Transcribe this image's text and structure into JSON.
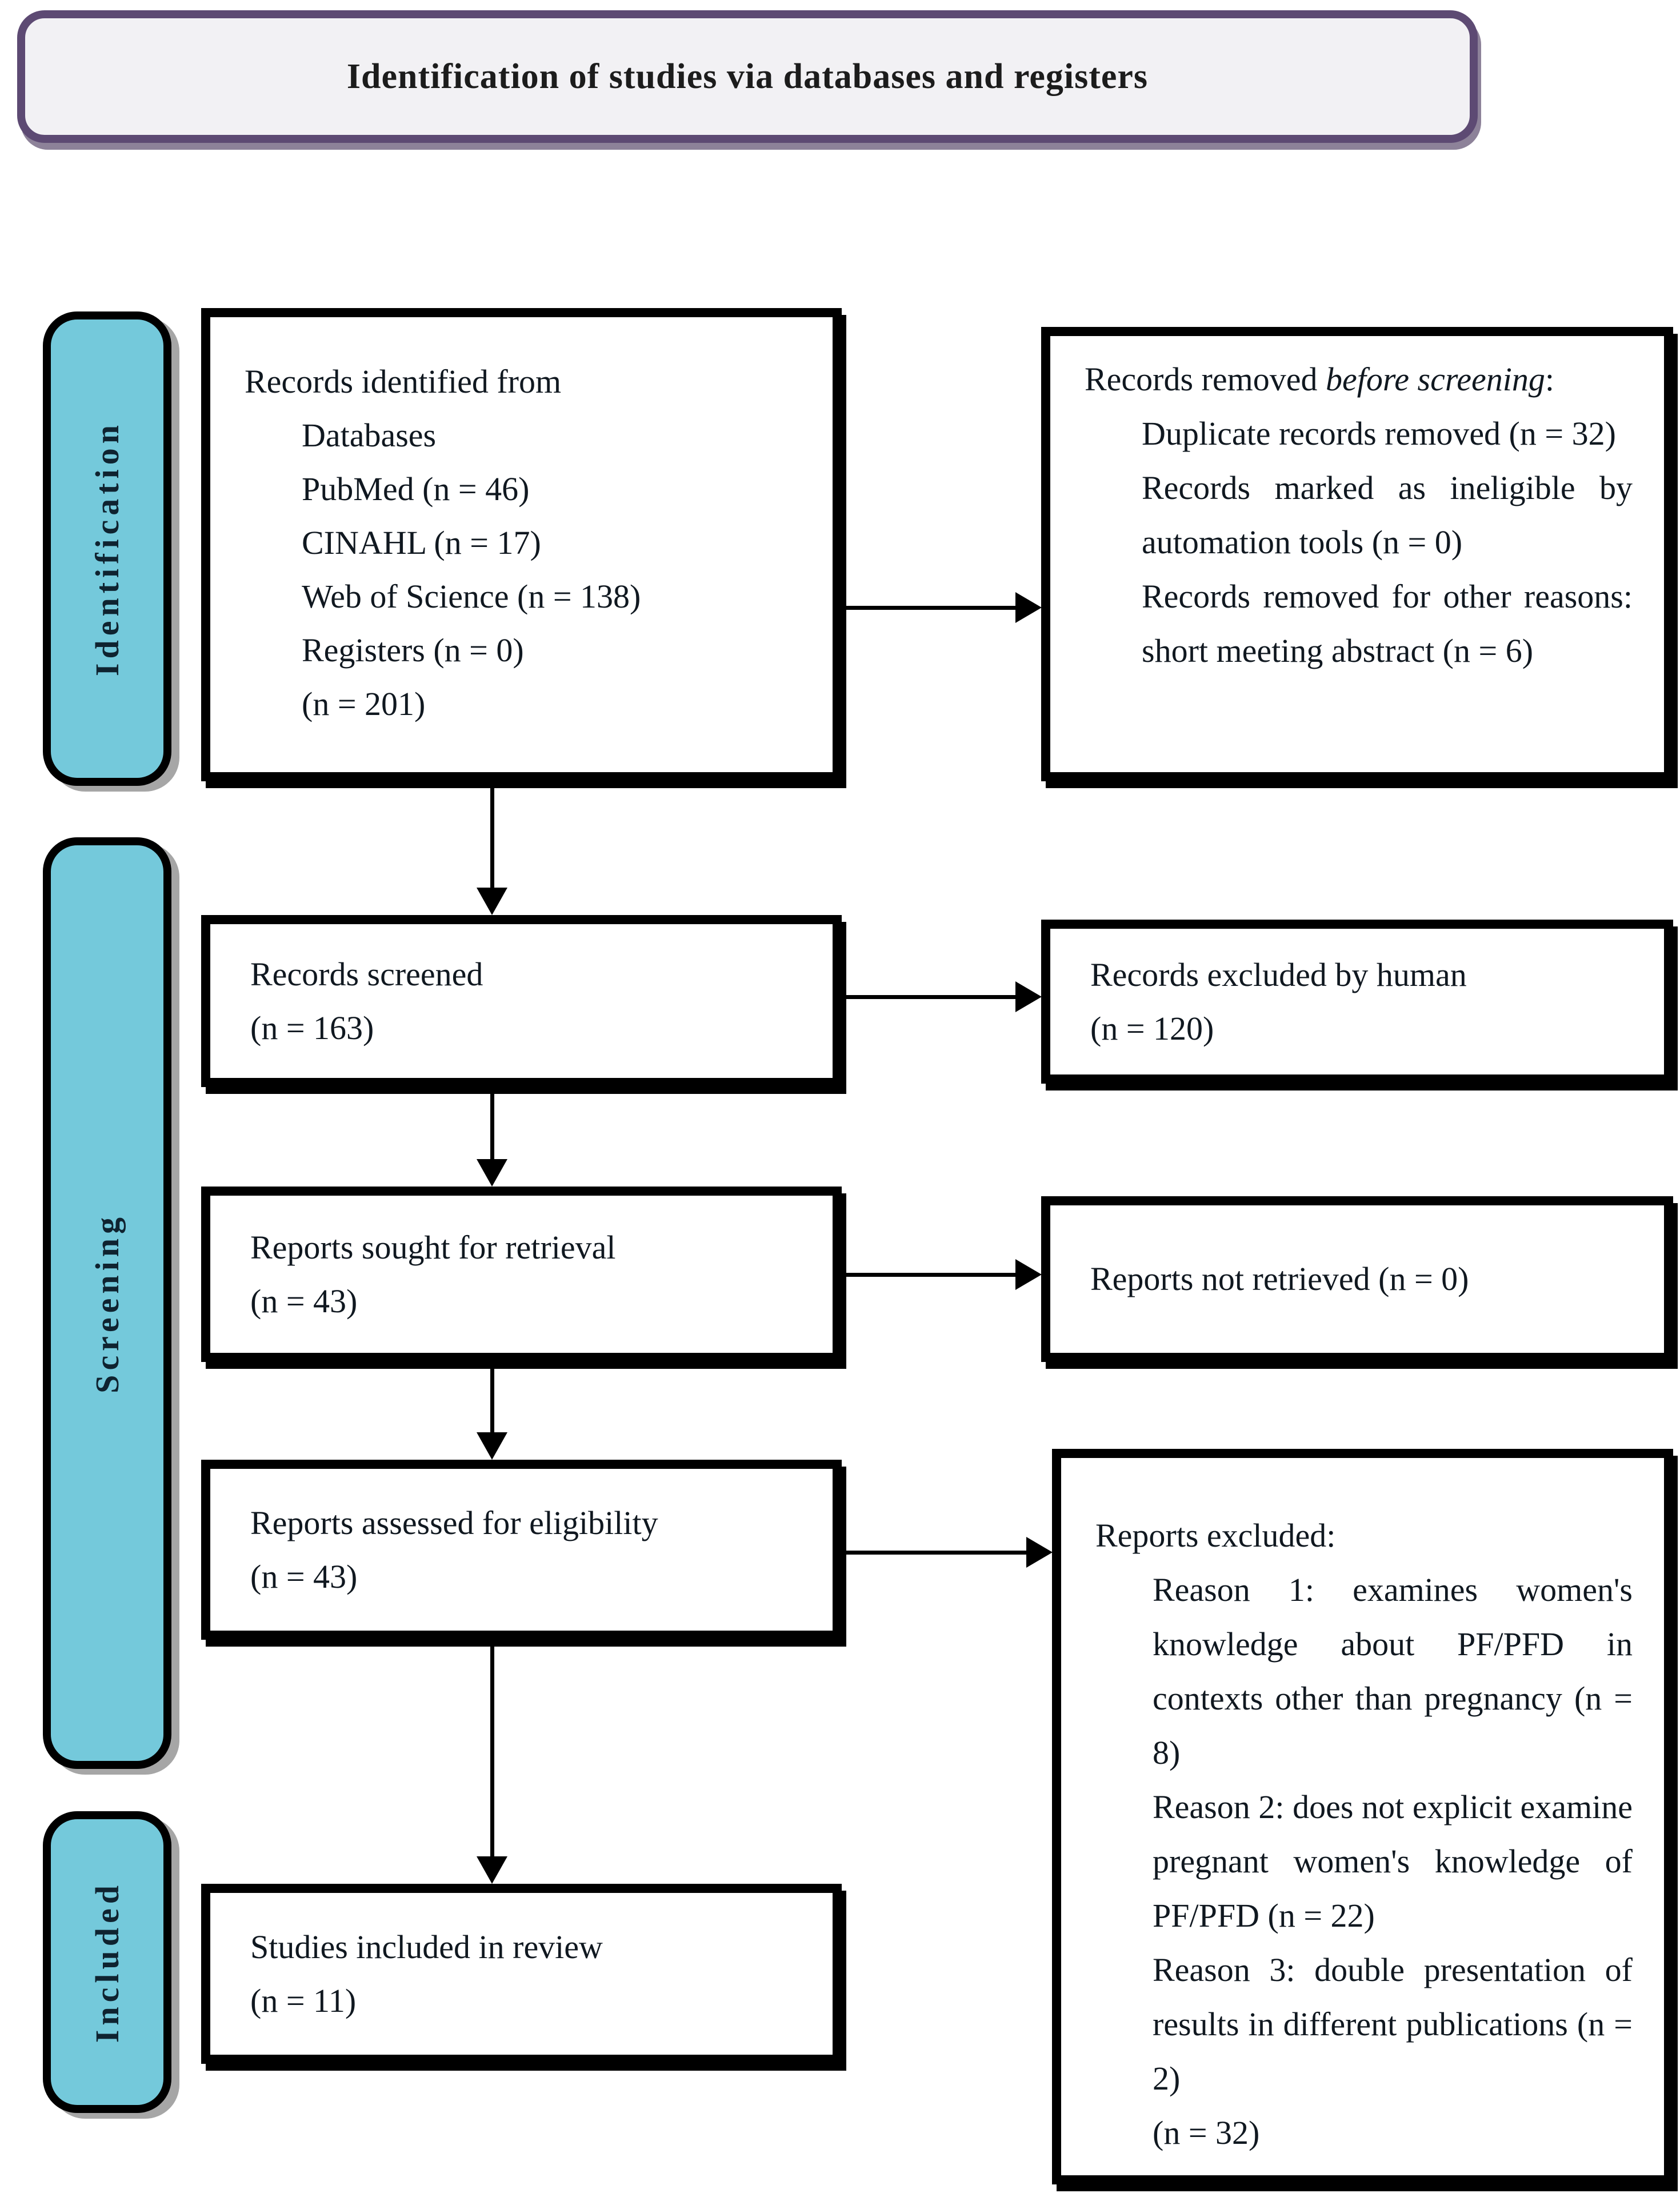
{
  "title": {
    "text": "Identification of studies via databases and registers"
  },
  "sidebar": {
    "identification": "Identification",
    "screening": "Screening",
    "included": "Included"
  },
  "boxes": {
    "records_identified": {
      "line1": "Records identified from",
      "items": [
        "Databases",
        "PubMed (n = 46)",
        "CINAHL (n = 17)",
        "Web of Science (n = 138)",
        "Registers (n = 0)",
        "(n = 201)"
      ]
    },
    "records_removed": {
      "intro_prefix": "Records removed ",
      "intro_italic": "before screening",
      "intro_suffix": ":",
      "items": [
        "Duplicate records removed (n = 32)",
        "Records marked as ineligible by automation tools (n = 0)",
        "Records removed for other reasons: short meeting abstract (n = 6)"
      ]
    },
    "records_screened": {
      "line1": "Records screened",
      "line2": "(n = 163)"
    },
    "records_excluded_human": {
      "line1": "Records excluded by human",
      "line2": "(n = 120)"
    },
    "reports_sought": {
      "line1": "Reports sought for retrieval",
      "line2": "(n = 43)"
    },
    "reports_not_retrieved": {
      "line1": "Reports not retrieved (n = 0)"
    },
    "reports_assessed": {
      "line1": "Reports assessed for eligibility",
      "line2": "(n = 43)"
    },
    "reports_excluded": {
      "line1": "Reports excluded:",
      "items": [
        "Reason 1: examines women's knowledge about PF/PFD in contexts other than pregnancy (n = 8)",
        "Reason 2: does not explicit examine pregnant women's knowledge of PF/PFD (n = 22)",
        "Reason 3: double presentation of results in different publications (n = 2)",
        "(n = 32)"
      ]
    },
    "studies_included": {
      "line1": "Studies included in review",
      "line2": "(n = 11)"
    }
  },
  "colors": {
    "sidebar_fill": "#74C9DB",
    "title_border": "#5D4A73",
    "title_fill": "#F2F1F4",
    "box_border": "#000000"
  }
}
